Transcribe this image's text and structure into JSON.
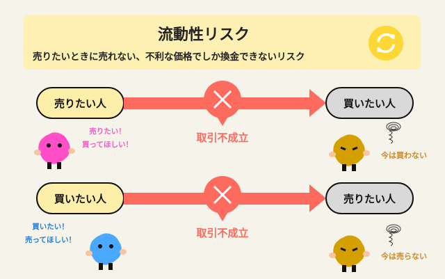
{
  "header": {
    "title": "流動性リスク",
    "subtitle": "売りたいときに売れない、不利な価格でしか換金できないリスク",
    "icon": "refresh-icon"
  },
  "rows": [
    {
      "from": "売りたい人",
      "to": "買いたい人",
      "result": "取引不成立",
      "speech": [
        "売りたい！",
        "買ってほしい！"
      ],
      "reply": "今は買わない",
      "speech_color": "#f060c0",
      "character_color": "#ff4fc8"
    },
    {
      "from": "買いたい人",
      "to": "売りたい人",
      "result": "取引不成立",
      "speech": [
        "買いたい！",
        "売ってほしい！"
      ],
      "reply": "今は売らない",
      "speech_color": "#2a7fd0",
      "character_color": "#4aa8ff"
    }
  ],
  "colors": {
    "accent": "#fd6a5e",
    "header_bg": "#fdf0b2",
    "reply": "#c98a2a"
  }
}
